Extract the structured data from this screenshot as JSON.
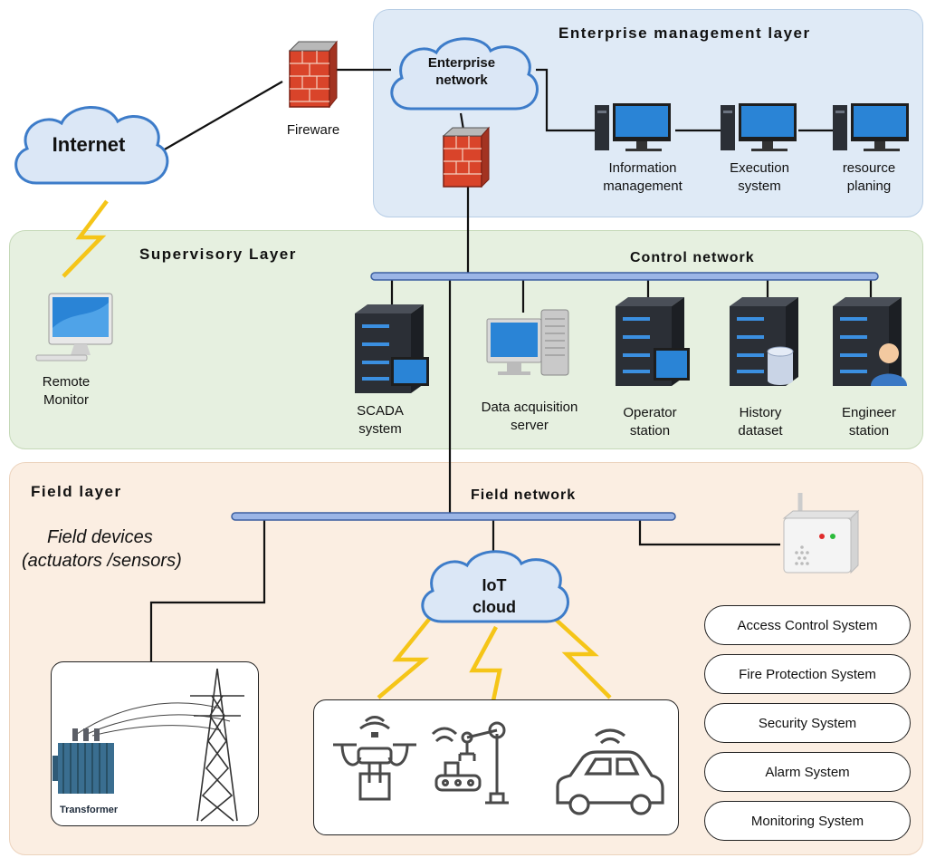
{
  "layers": {
    "enterprise": "Enterprise management layer",
    "supervisory": "Supervisory Layer",
    "field": "Field layer"
  },
  "networks": {
    "internet": "Internet",
    "enterprise_network_line1": "Enterprise",
    "enterprise_network_line2": "network",
    "control": "Control network",
    "field": "Field network",
    "iot_line1": "IoT",
    "iot_line2": "cloud"
  },
  "firewall_label": "Fireware",
  "enterprise_systems": [
    {
      "line1": "Information",
      "line2": "management"
    },
    {
      "line1": "Execution",
      "line2": "system"
    },
    {
      "line1": "resource",
      "line2": "planing"
    }
  ],
  "remote_monitor": {
    "line1": "Remote",
    "line2": "Monitor"
  },
  "supervisory_nodes": [
    {
      "line1": "SCADA",
      "line2": "system"
    },
    {
      "line1": "Data acquisition",
      "line2": "server"
    },
    {
      "line1": "Operator",
      "line2": "station"
    },
    {
      "line1": "History",
      "line2": "dataset"
    },
    {
      "line1": "Engineer",
      "line2": "station"
    }
  ],
  "field_devices": {
    "line1": "Field devices",
    "line2": "(actuators /sensors)"
  },
  "transformer_label": "Transformer",
  "field_systems": [
    "Access Control System",
    "Fire Protection System",
    "Security System",
    "Alarm System",
    "Monitoring System"
  ],
  "colors": {
    "enterprise_bg": "#dfeaf6",
    "supervisory_bg": "#e6f0e0",
    "field_bg": "#fbeee2",
    "bus": "#6f8fd0",
    "lightning": "#f5c518",
    "firewall": "#d9442a",
    "server": "#2b2f36",
    "screen": "#2a84d6"
  },
  "icons": [
    "cloud-icon",
    "firewall-icon",
    "desktop-computer-icon",
    "server-tower-icon",
    "monitor-icon",
    "database-icon",
    "user-icon",
    "lightning-icon",
    "gas-sensor-icon",
    "drone-icon",
    "robot-arm-icon",
    "car-icon",
    "transformer-icon",
    "pylon-icon"
  ]
}
